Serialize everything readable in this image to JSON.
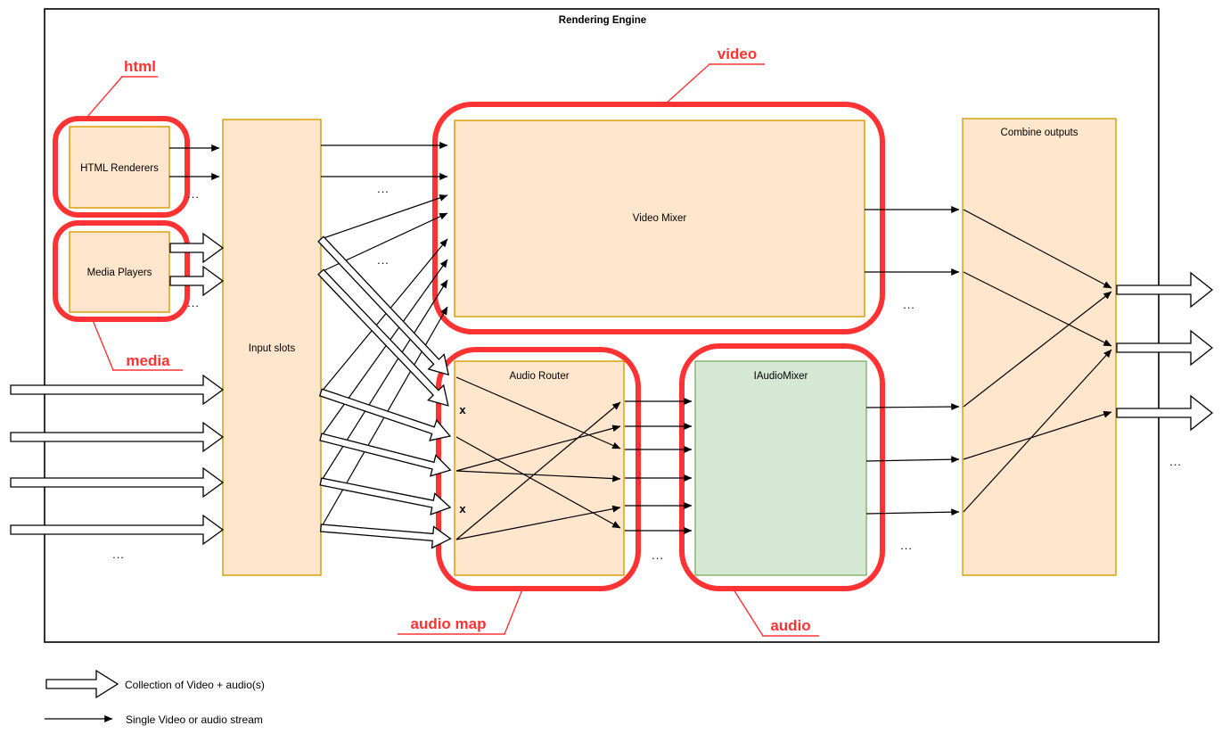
{
  "diagram": {
    "title": "Rendering Engine",
    "nodes": {
      "html_renderers": "HTML Renderers",
      "media_players": "Media Players",
      "input_slots": "Input slots",
      "video_mixer": "Video Mixer",
      "audio_router": "Audio Router",
      "iaudio_mixer": "IAudioMixer",
      "combine_outputs": "Combine outputs"
    },
    "annotations": {
      "html": "html",
      "media": "media",
      "video": "video",
      "audio_map": "audio map",
      "audio": "audio"
    },
    "marks": {
      "cross": "x",
      "ellipsis": "..."
    },
    "legend": {
      "collection_label": "Collection of Video + audio(s)",
      "single_label": "Single Video or audio stream"
    },
    "colors": {
      "node_fill": "#FFE6CC",
      "node_stroke": "#D79B00",
      "mixer_fill": "#D5E8D4",
      "mixer_stroke": "#82B366",
      "annotation_red": "#FF3333",
      "line_color": "#000000"
    }
  }
}
